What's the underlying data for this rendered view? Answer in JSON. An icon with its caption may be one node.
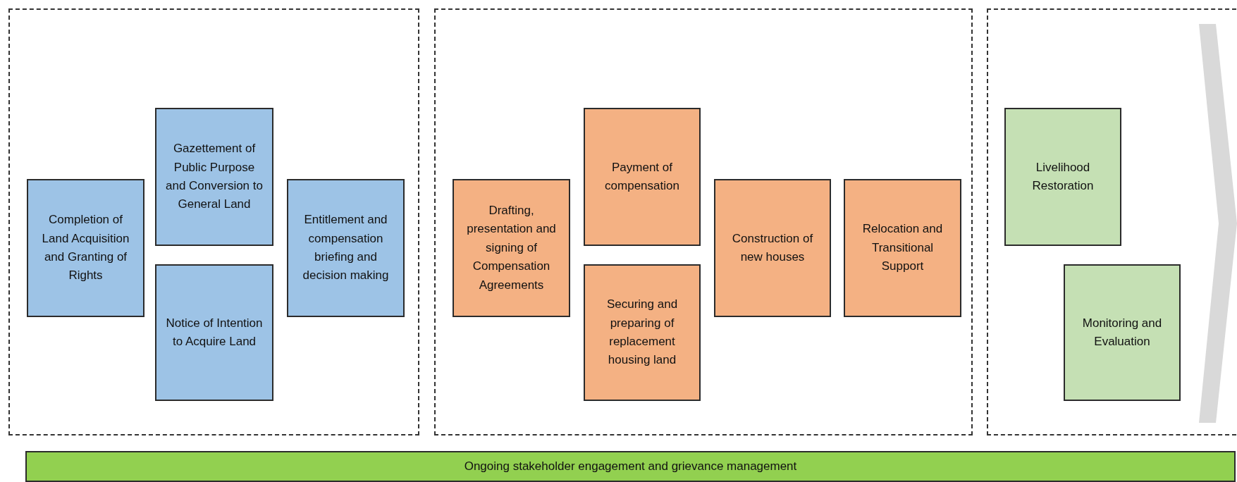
{
  "diagram": {
    "nodes": [
      {
        "text": [],
        "shape": "box"
      },
      {
        "text": [
          "Completion of Land Acquisition and Granting of Rights"
        ],
        "in": 0
      },
      {
        "text": [
          "Gazettement of Public Purpose and Conversion to General Land"
        ],
        "in": 0
      },
      {
        "text": [
          "Notice of Intention to Acquire Land"
        ],
        "in": 0
      },
      {
        "text": [
          "Entitlement and compensation briefing and decision making"
        ],
        "in": 0
      },
      {
        "text": [],
        "shape": "box"
      },
      {
        "text": [
          "Drafting, presentation and signing of Compensation Agreements"
        ],
        "in": 5
      },
      {
        "text": [
          "Payment of compensation"
        ],
        "in": 5
      },
      {
        "text": [
          "Securing and preparing of replacement housing land"
        ],
        "in": 5
      },
      {
        "text": [
          "Construction of new houses"
        ],
        "in": 5
      },
      {
        "text": [
          "Relocation and Transitional Support"
        ],
        "in": 5
      },
      {
        "text": [],
        "shape": "box"
      },
      {
        "text": [
          "Livelihood Restoration"
        ],
        "in": 11
      },
      {
        "text": [
          "Monitoring and Evaluation"
        ],
        "in": 11
      },
      {
        "text": [
          "Ongoing stakeholder engagement and grievance management"
        ]
      }
    ],
    "edges": []
  }
}
